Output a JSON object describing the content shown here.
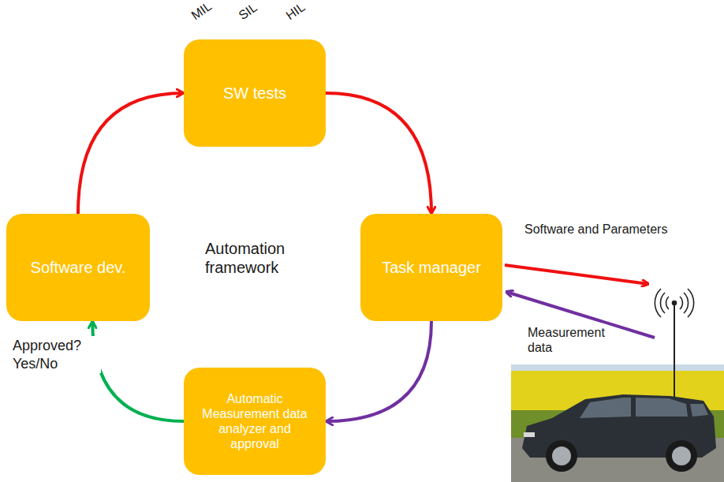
{
  "diagram": {
    "nodes": [
      {
        "text": [
          "SW tests"
        ]
      },
      {
        "text": [
          "Software dev."
        ]
      },
      {
        "text": [
          "Task manager"
        ]
      },
      {
        "text": [
          "Automatic Measurement data analyzer and approval"
        ]
      }
    ],
    "edges": [
      {
        "from": 1,
        "to": 0,
        "arrow": "to"
      },
      {
        "from": 0,
        "to": 2,
        "arrow": "to"
      },
      {
        "from": 2,
        "to": 3,
        "arrow": "to"
      },
      {
        "from": 3,
        "to": 1,
        "arrow": "to",
        "label": "Approved? Yes/No"
      }
    ],
    "labels": [
      "MIL",
      "SIL",
      "HIL",
      "Automation framework",
      "Software and Parameters",
      "Measurement data"
    ]
  }
}
